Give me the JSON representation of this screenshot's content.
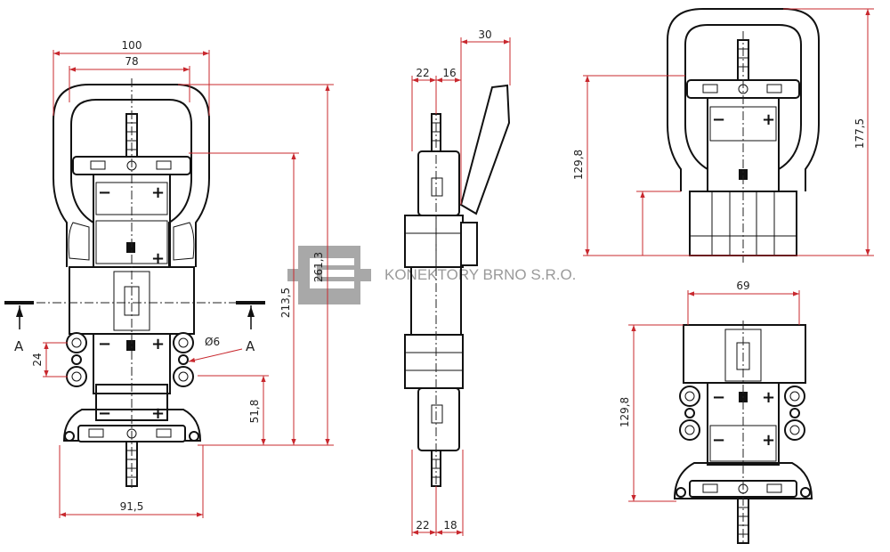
{
  "watermark": {
    "company": "KONEKTORY BRNO S.R.O.",
    "color": "#9a9a9a"
  },
  "dimension_color": "#c8282e",
  "front_view": {
    "width_overall": "100",
    "width_handle": "78",
    "height_overall": "261,3",
    "height_to_latch": "213,5",
    "height_lower": "51,8",
    "hole_spacing": "24",
    "hole_diameter": "Ø6",
    "width_bottom": "91,5",
    "section_label_left": "A",
    "section_label_right": "A",
    "polarity_minus": "−",
    "polarity_plus": "+"
  },
  "side_view": {
    "lever_offset": "30",
    "top_left": "22",
    "top_right": "16",
    "bottom_left": "22",
    "bottom_right": "18"
  },
  "top_right_view": {
    "height_overall": "177,5",
    "height_body": "129,8"
  },
  "bottom_right_view": {
    "width": "69",
    "height": "129,8"
  }
}
